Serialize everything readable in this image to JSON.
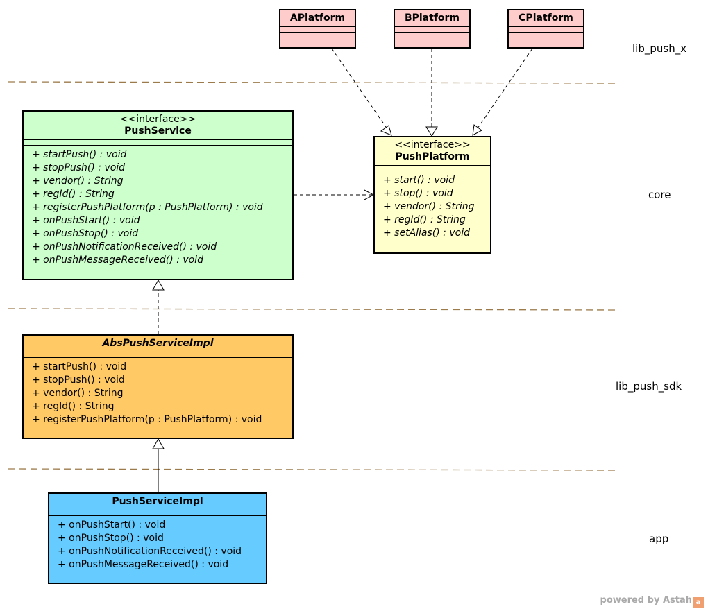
{
  "layers": {
    "lib_push_x": "lib_push_x",
    "core": "core",
    "lib_push_sdk": "lib_push_sdk",
    "app": "app"
  },
  "classes": {
    "aplatform": {
      "name": "APlatform"
    },
    "bplatform": {
      "name": "BPlatform"
    },
    "cplatform": {
      "name": "CPlatform"
    },
    "push_service": {
      "stereotype": "<<interface>>",
      "name": "PushService",
      "ops": [
        "+ startPush() : void",
        "+ stopPush() : void",
        "+ vendor() : String",
        "+ regId() : String",
        "+ registerPushPlatform(p : PushPlatform) : void",
        "+ onPushStart() : void",
        "+ onPushStop() : void",
        "+ onPushNotificationReceived() : void",
        "+ onPushMessageReceived() : void"
      ]
    },
    "push_platform": {
      "stereotype": "<<interface>>",
      "name": "PushPlatform",
      "ops": [
        "+ start() : void",
        "+ stop() : void",
        "+ vendor() : String",
        "+ regId() : String",
        "+ setAlias() : void"
      ]
    },
    "abs_push_service_impl": {
      "name": "AbsPushServiceImpl",
      "ops": [
        "+ startPush() : void",
        "+ stopPush() : void",
        "+ vendor() : String",
        "+ regId() : String",
        "+ registerPushPlatform(p : PushPlatform) : void"
      ]
    },
    "push_service_impl": {
      "name": "PushServiceImpl",
      "ops": [
        "+ onPushStart() : void",
        "+ onPushStop() : void",
        "+ onPushNotificationReceived() : void",
        "+ onPushMessageReceived() : void"
      ]
    }
  },
  "footer": {
    "text": "powered by Astah",
    "logo": "a"
  },
  "colors": {
    "platform": "#ffcccc",
    "push_service": "#ccffcc",
    "push_platform": "#ffffcc",
    "abs_impl": "#ffc966",
    "impl": "#66ccff",
    "separator": "#9c7a4a"
  }
}
